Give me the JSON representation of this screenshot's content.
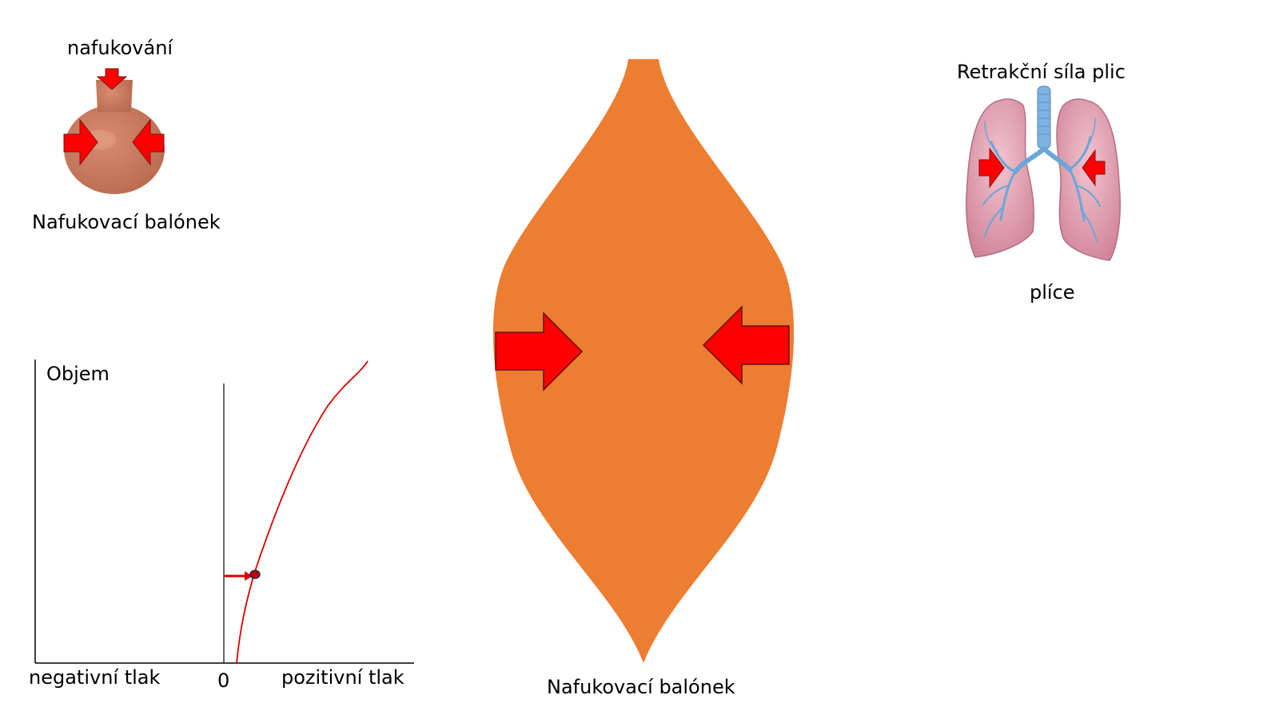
{
  "small_balloon": {
    "top_label": "nafukování",
    "bottom_label": "Nafukovací balónek",
    "color": "#c87a5e"
  },
  "lungs": {
    "top_label": "Retrakční síla plic",
    "bottom_label": "plíce",
    "tissue_color": "#e4a3b3",
    "vessel_color": "#6aa6d8"
  },
  "big_balloon": {
    "label": "Nafukovací balónek",
    "color": "#ed7d31"
  },
  "arrow_color": "#ff0000",
  "graph": {
    "y_label": "Objem",
    "x_left_label": "negativní tlak",
    "x_zero_label": "0",
    "x_right_label": "pozitivní tlak",
    "curve_color": "#e00000"
  }
}
